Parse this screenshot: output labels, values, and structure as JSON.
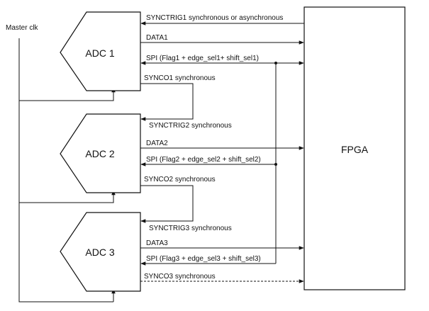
{
  "labels": {
    "master_clk": "Master clk",
    "adc1": "ADC 1",
    "adc2": "ADC 2",
    "adc3": "ADC 3",
    "fpga": "FPGA",
    "synctrig1": "SYNCTRIG1 synchronous  or asynchronous",
    "data1": "DATA1",
    "spi1": "SPI (Flag1 + edge_sel1+ shift_sel1)",
    "synco1": "SYNCO1 synchronous",
    "synctrig2": "SYNCTRIG2 synchronous",
    "data2": "DATA2",
    "spi2": "SPI (Flag2 + edge_sel2 + shift_sel2)",
    "synco2": "SYNCO2 synchronous",
    "synctrig3": "SYNCTRIG3 synchronous",
    "data3": "DATA3",
    "spi3": "SPI (Flag3 + edge_sel3 + shift_sel3)",
    "synco3": "SYNCO3 synchronous"
  },
  "colors": {
    "line": "#111111",
    "background": "#ffffff"
  }
}
